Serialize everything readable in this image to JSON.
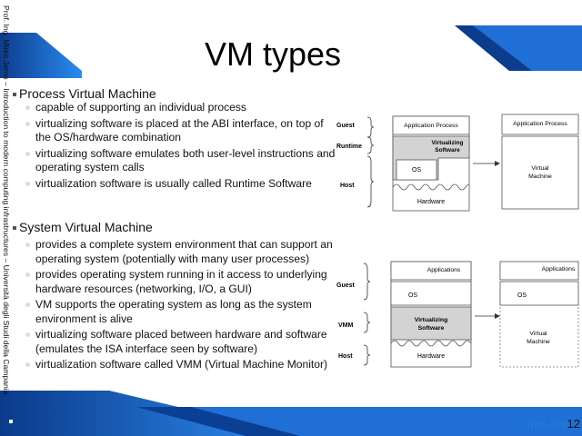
{
  "sidebar": {
    "text": "Prof. Ing. Mirko Jemo – Introduction to modern computing infrastructures – Università degli Studi della Campania"
  },
  "slide": {
    "title": "VM types",
    "sections": [
      {
        "heading": "Process Virtual Machine",
        "bullets": [
          "capable of supporting an individual process",
          "virtualizing software is placed at the ABI interface, on top of the OS/hardware combination",
          "virtualizing software emulates both user-level instructions and operating system calls",
          "virtualization software is usually called Runtime Software"
        ]
      },
      {
        "heading": "System Virtual Machine",
        "bullets": [
          "provides a complete system environment that can support an operating system (potentially with many user processes)",
          "provides operating system running in it access to underlying hardware resources (networking, I/O, a GUI)",
          "VM supports the operating system as long as the system environment is alive",
          "virtualizing software placed between hardware and software (emulates the ISA interface seen by software)",
          "virtualization software called VMM (Virtual Machine Monitor)"
        ]
      }
    ]
  },
  "diagram_process": {
    "labels": {
      "guest": "Guest",
      "runtime": "Runtime",
      "host": "Host"
    },
    "left_boxes": {
      "application_process": "Application Process",
      "virtualizing_software": [
        "Virtualizing",
        "Software"
      ],
      "os": "OS",
      "hardware": "Hardware"
    },
    "right_box": {
      "application_process": "Application Process",
      "virtual_machine": [
        "Virtual",
        "Machine"
      ]
    }
  },
  "diagram_system": {
    "labels": {
      "guest": "Guest",
      "vmm": "VMM",
      "host": "Host"
    },
    "left_boxes": {
      "applications": "Applications",
      "os": "OS",
      "virtualizing_software": [
        "Virtualizing",
        "Software"
      ],
      "hardware": "Hardware"
    },
    "right_box": {
      "applications": "Applications",
      "os": "OS",
      "virtual_machine": [
        "Virtual",
        "Machine"
      ]
    }
  },
  "footer": {
    "brand": "fppt.com",
    "page_number": "12"
  },
  "colors": {
    "accent_blue": "#1f6fd6",
    "dark_blue": "#0a3f93",
    "gray_shade": "#d3d3d3"
  }
}
